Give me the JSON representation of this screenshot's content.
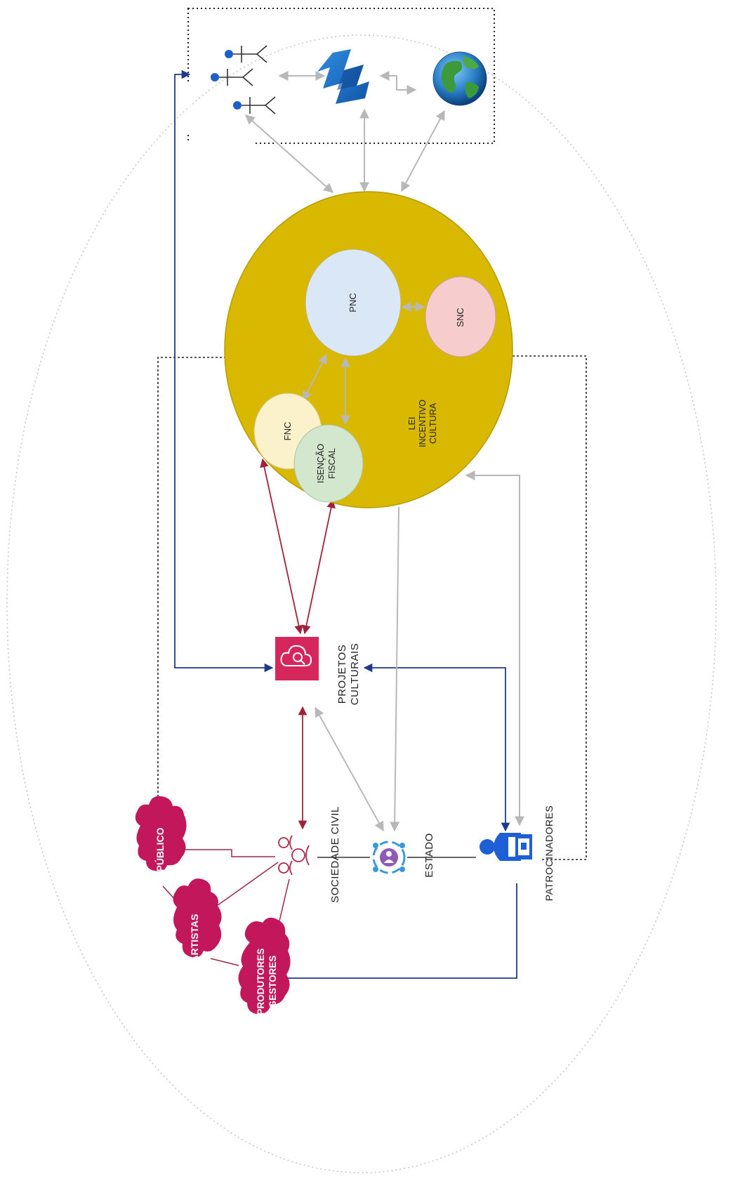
{
  "nodes": {
    "pnc": "PNC",
    "snc": "SNC",
    "fnc": "FNC",
    "isencao_line1": "ISENÇÃO",
    "isencao_line2": "FISCAL",
    "lei_line1": "LEI",
    "lei_line2": "INCENTIVO",
    "lei_line3": "CULTURA",
    "projetos_line1": "PROJETOS",
    "projetos_line2": "CULTURAIS",
    "sociedade_civil": "SOCIEDADE CIVIL",
    "estado": "ESTADO",
    "patrocinadores": "PATROCINADORES",
    "publico": "PÚBLICO",
    "artistas": "ARTISTAS",
    "produtores_line1": "PRODUTORES",
    "produtores_line2": "GESTORES"
  },
  "icons": {
    "users": "users-icon",
    "logo": "ribbon-logo-icon",
    "globe": "globe-icon",
    "projetos": "cloud-search-icon",
    "sociedade": "group-icon",
    "estado": "org-circle-icon",
    "patrocinadores": "business-person-icon"
  },
  "colors": {
    "lei_circle": "#d8b800",
    "pnc": "#dae7f7",
    "snc": "#f6cccc",
    "fnc": "#fbf2cc",
    "isencao": "#d3e7cf",
    "cloud": "#c2185b",
    "dark_red": "#a3203a",
    "navy": "#1e3a8a",
    "gray_arrow": "#b8b8b8"
  }
}
